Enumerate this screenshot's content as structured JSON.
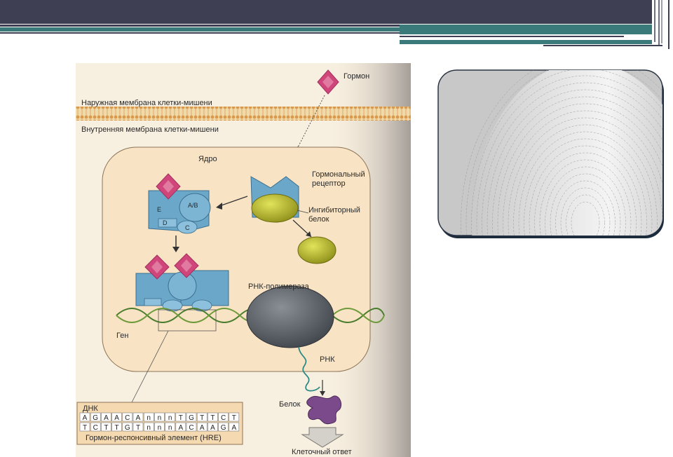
{
  "diagram": {
    "hormone": "Гормон",
    "outer_membrane": "Наружная мембрана клетки-мишени",
    "inner_membrane": "Внутренняя мембрана клетки-мишени",
    "nucleus": "Ядро",
    "receptor_line1": "Гормональный",
    "receptor_line2": "рецептор",
    "inhibitor_line1": "Ингибиторный",
    "inhibitor_line2": "белок",
    "domain_e": "E",
    "domain_ab": "A/B",
    "domain_d": "D",
    "domain_c": "C",
    "rna_polymerase": "РНК-полимераза",
    "gene": "Ген",
    "rna": "РНК",
    "protein": "Белок",
    "dna": "ДНК",
    "dna_row1": [
      "A",
      "G",
      "A",
      "A",
      "C",
      "A",
      "n",
      "n",
      "n",
      "T",
      "G",
      "T",
      "T",
      "C",
      "T"
    ],
    "dna_row2": [
      "T",
      "C",
      "T",
      "T",
      "G",
      "T",
      "n",
      "n",
      "n",
      "A",
      "C",
      "A",
      "A",
      "G",
      "A"
    ],
    "hre": "Гормон-респонсивный элемент (HRE)",
    "cell_response": "Клеточный ответ"
  },
  "colors": {
    "header_bar": "#3f3f54",
    "teal": "#3a7a7a",
    "receptor_blue": "#6aa7c9",
    "hormone_pink": "#d0467a",
    "inhibitor_yellow": "#c6c735",
    "nucleus_fill": "#f8e4c4",
    "polymerase_gray": "#5b6068",
    "protein_purple": "#7b4a8a"
  }
}
